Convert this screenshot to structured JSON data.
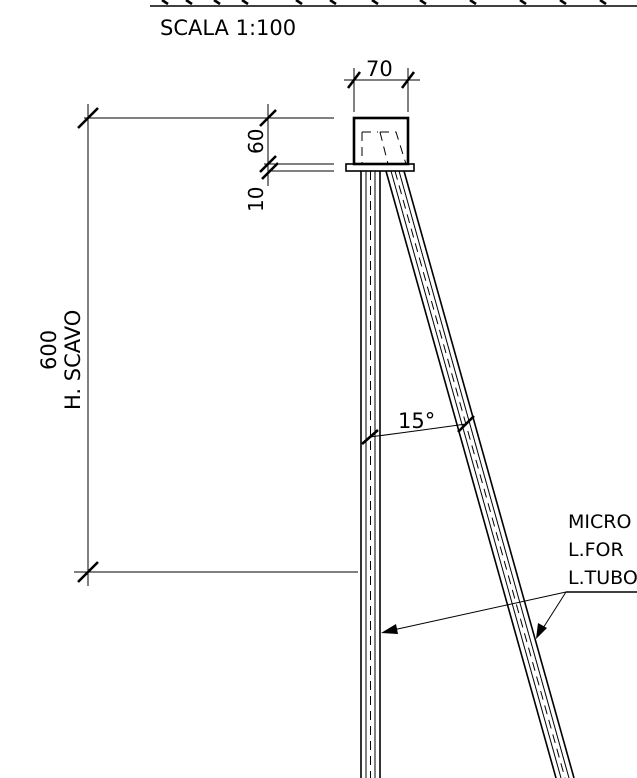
{
  "header": {
    "scale_label": "SCALA 1:100"
  },
  "dimensions": {
    "cap_width": "70",
    "cap_height": "60",
    "plate_thickness": "10",
    "excavation_depth_value": "600",
    "excavation_depth_label": "H. SCAVO",
    "angle": "15°"
  },
  "callout": {
    "line1": "MICRO",
    "line2": "L.FOR",
    "line3": "L.TUBO"
  }
}
